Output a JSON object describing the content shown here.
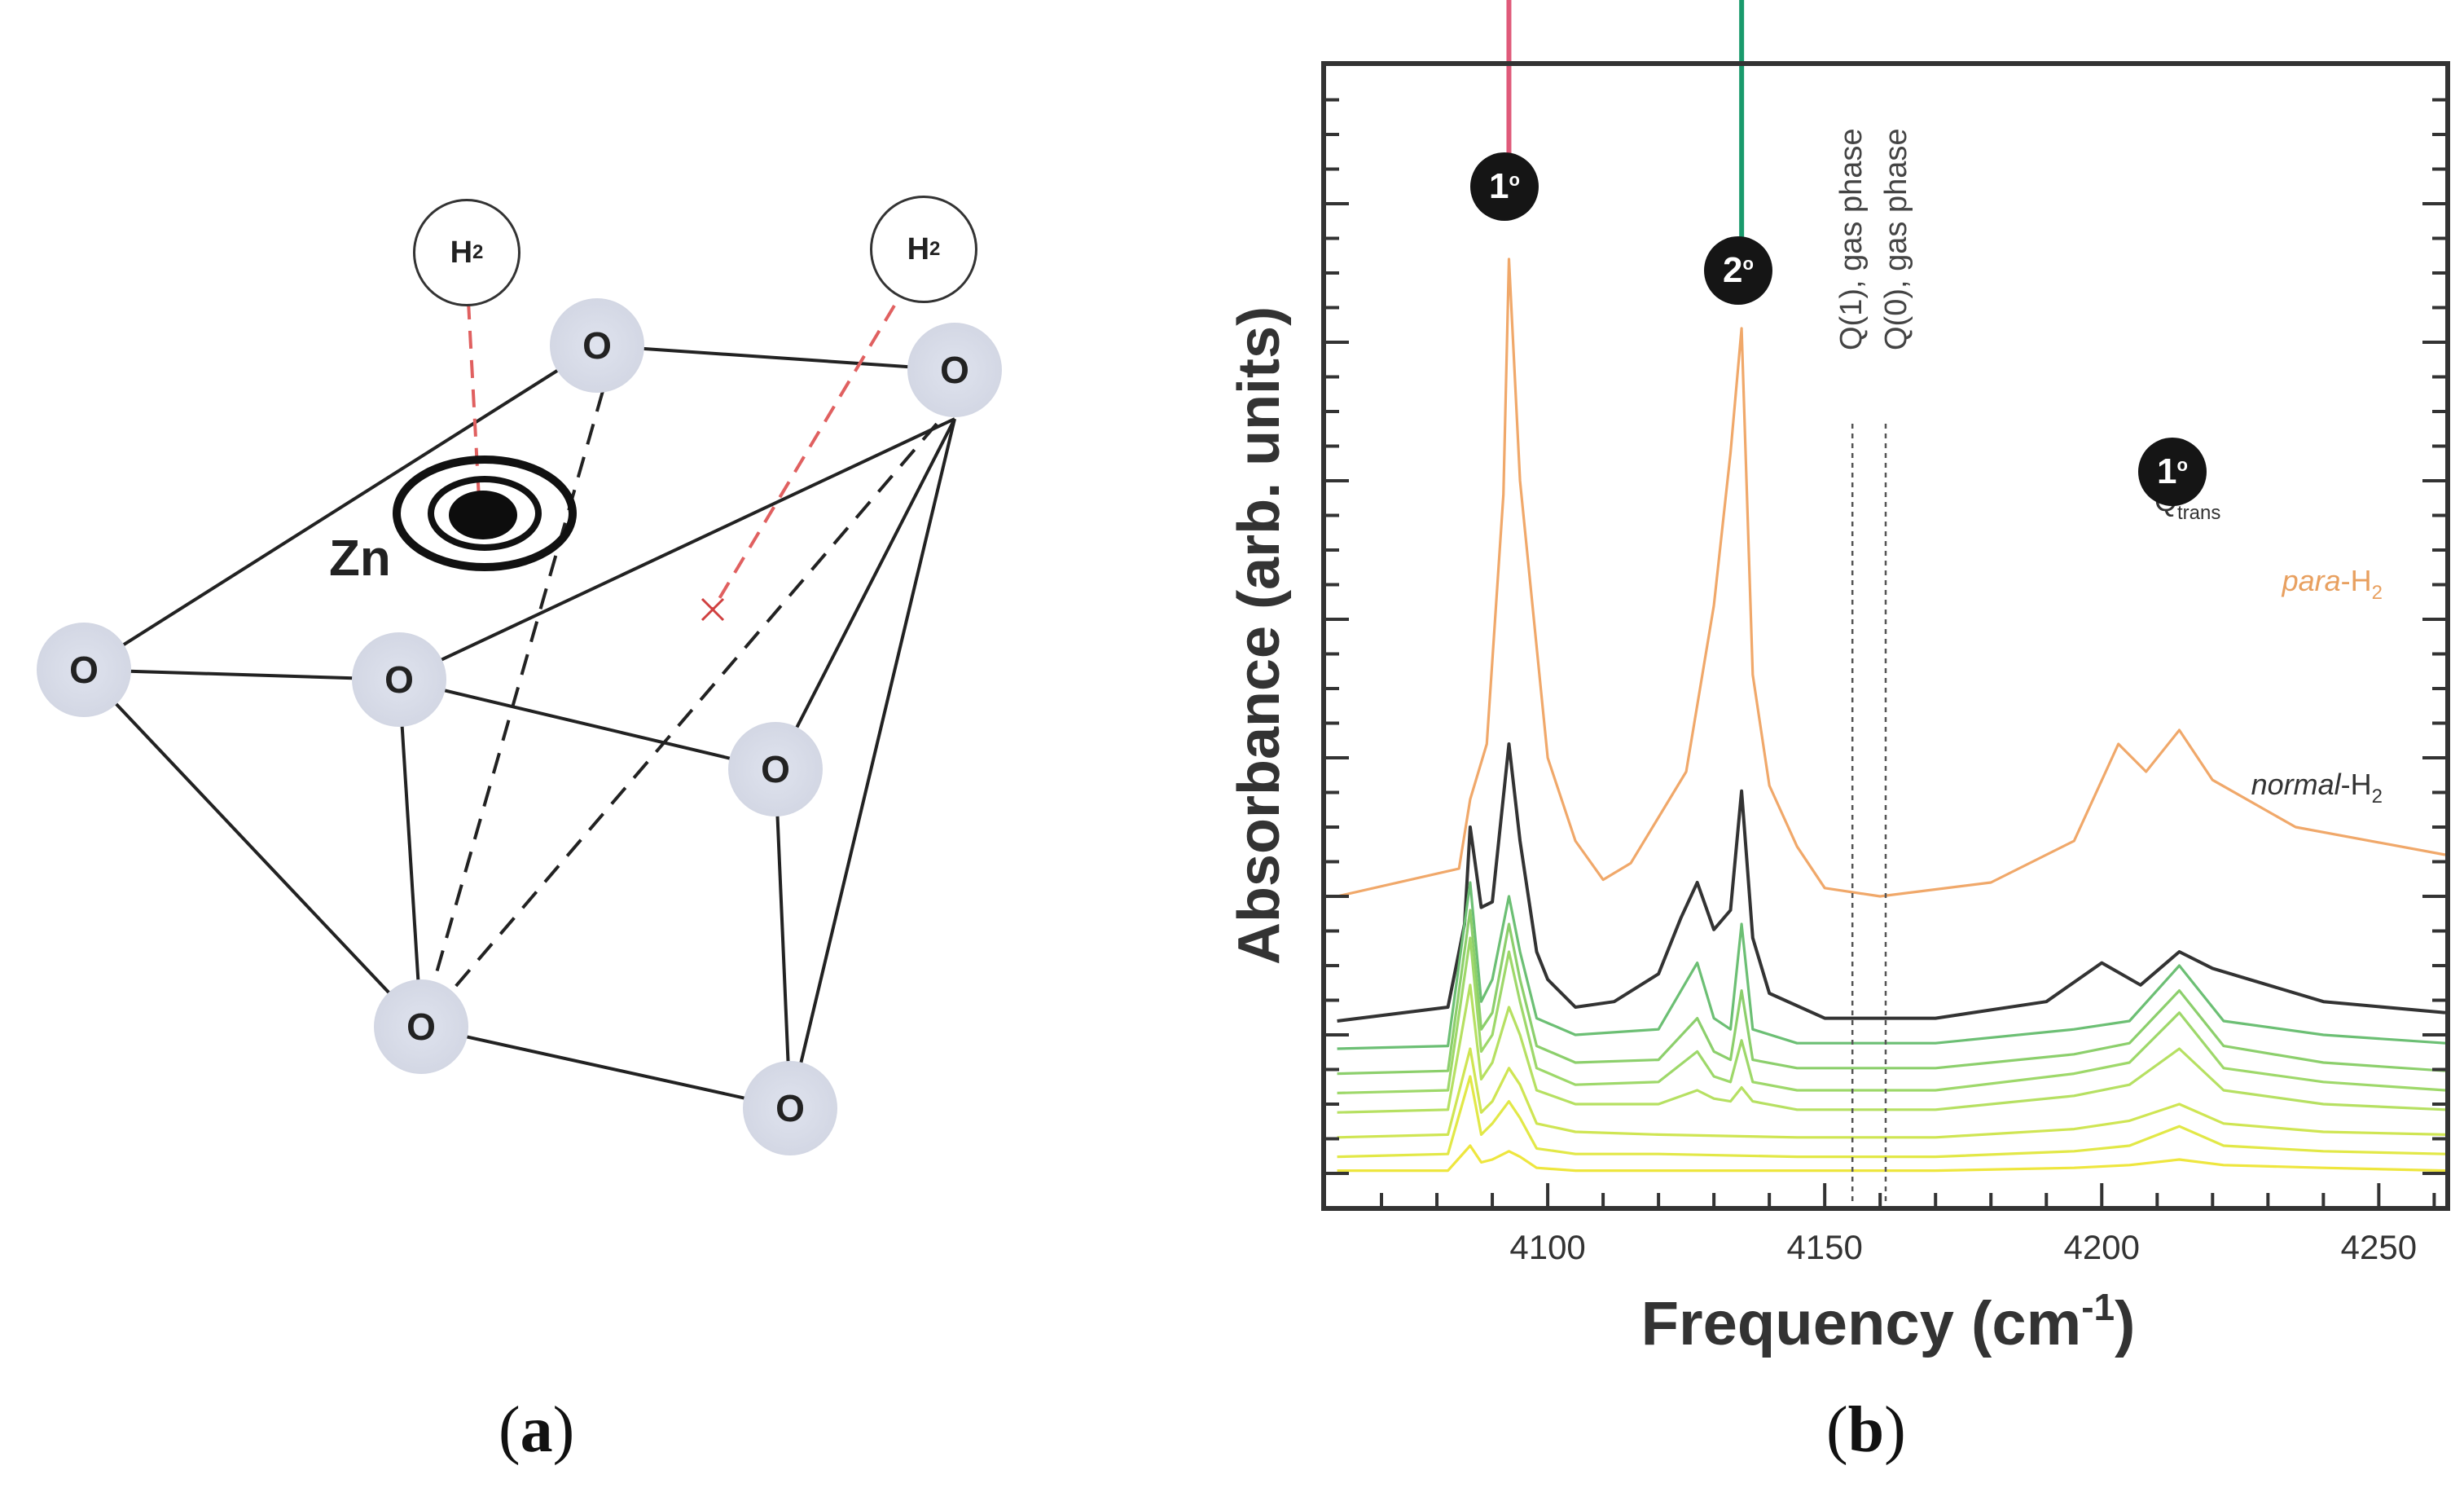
{
  "panel_labels": {
    "a": "a",
    "b": "b"
  },
  "diagram": {
    "atoms": [
      "O",
      "O",
      "O",
      "O",
      "O",
      "O",
      "O"
    ],
    "metal": "Zn",
    "h2_labels": [
      {
        "main": "H",
        "sub": "2"
      },
      {
        "main": "H",
        "sub": "2"
      }
    ]
  },
  "chart_data": {
    "type": "line",
    "xlabel": "Frequency (cm",
    "xlabel_sup": "-1",
    "xlabel_end": ")",
    "ylabel": "Absorbance (arb. units)",
    "xlim": [
      4060,
      4262
    ],
    "xticks": [
      4100,
      4150,
      4200,
      4250
    ],
    "grid": false,
    "reference_lines": [
      {
        "x": 4155,
        "label": "Q(1), gas phase"
      },
      {
        "x": 4161,
        "label": "Q(0), gas phase"
      }
    ],
    "site_labels": [
      {
        "label": "1",
        "sup": "o",
        "x": 4093,
        "color": "#e05a7a"
      },
      {
        "label": "2",
        "sup": "o",
        "x": 4135,
        "color": "#1a9a6c"
      },
      {
        "label": "1",
        "sup": "o",
        "x": 4213,
        "sublabel": "Q",
        "sublabel_sub": "trans"
      }
    ],
    "series": [
      {
        "name": "para-H",
        "name_sub": "2",
        "name_italic": "para",
        "color": "#f0a86a",
        "x": [
          4062,
          4084,
          4086,
          4089,
          4092,
          4093,
          4095,
          4100,
          4105,
          4110,
          4115,
          4125,
          4130,
          4133,
          4135,
          4137,
          4140,
          4145,
          4150,
          4160,
          4180,
          4195,
          4203,
          4208,
          4214,
          4220,
          4235,
          4262
        ],
        "y": [
          1.0,
          1.1,
          1.35,
          1.55,
          2.45,
          3.3,
          2.5,
          1.5,
          1.2,
          1.06,
          1.12,
          1.45,
          2.05,
          2.6,
          3.05,
          1.8,
          1.4,
          1.18,
          1.03,
          1.0,
          1.05,
          1.2,
          1.55,
          1.45,
          1.6,
          1.42,
          1.25,
          1.15
        ]
      },
      {
        "name": "normal-H",
        "name_sub": "2",
        "name_italic": "normal",
        "color": "#333333",
        "x": [
          4062,
          4082,
          4085,
          4086,
          4088,
          4090,
          4093,
          4095,
          4098,
          4100,
          4105,
          4112,
          4120,
          4124,
          4127,
          4130,
          4133,
          4135,
          4137,
          4140,
          4150,
          4170,
          4190,
          4200,
          4207,
          4214,
          4220,
          4240,
          4262
        ],
        "y": [
          0.55,
          0.6,
          0.9,
          1.25,
          0.96,
          0.98,
          1.55,
          1.2,
          0.8,
          0.7,
          0.6,
          0.62,
          0.72,
          0.92,
          1.05,
          0.88,
          0.95,
          1.38,
          0.85,
          0.65,
          0.56,
          0.56,
          0.62,
          0.76,
          0.68,
          0.8,
          0.74,
          0.62,
          0.58
        ]
      },
      {
        "name": "",
        "color": "#6cbf74",
        "x": [
          4062,
          4082,
          4086,
          4088,
          4090,
          4093,
          4095,
          4098,
          4105,
          4120,
          4127,
          4130,
          4133,
          4135,
          4137,
          4145,
          4170,
          4195,
          4205,
          4214,
          4222,
          4240,
          4262
        ],
        "y": [
          0.45,
          0.46,
          1.05,
          0.62,
          0.7,
          1.0,
          0.8,
          0.56,
          0.5,
          0.52,
          0.76,
          0.56,
          0.52,
          0.9,
          0.52,
          0.47,
          0.47,
          0.52,
          0.55,
          0.75,
          0.55,
          0.5,
          0.47
        ]
      },
      {
        "name": "",
        "color": "#8ccf6c",
        "x": [
          4062,
          4082,
          4086,
          4088,
          4090,
          4093,
          4095,
          4098,
          4105,
          4120,
          4127,
          4130,
          4133,
          4135,
          4137,
          4145,
          4170,
          4195,
          4205,
          4214,
          4222,
          4240,
          4262
        ],
        "y": [
          0.36,
          0.37,
          0.95,
          0.52,
          0.58,
          0.9,
          0.7,
          0.46,
          0.4,
          0.41,
          0.56,
          0.44,
          0.41,
          0.66,
          0.41,
          0.38,
          0.38,
          0.43,
          0.47,
          0.66,
          0.46,
          0.4,
          0.37
        ]
      },
      {
        "name": "",
        "color": "#9ed86a",
        "x": [
          4062,
          4082,
          4086,
          4088,
          4090,
          4093,
          4095,
          4098,
          4105,
          4120,
          4127,
          4130,
          4133,
          4135,
          4137,
          4145,
          4170,
          4195,
          4205,
          4214,
          4222,
          4240,
          4262
        ],
        "y": [
          0.29,
          0.3,
          0.85,
          0.44,
          0.5,
          0.8,
          0.62,
          0.38,
          0.32,
          0.33,
          0.44,
          0.35,
          0.33,
          0.48,
          0.33,
          0.3,
          0.3,
          0.36,
          0.4,
          0.58,
          0.38,
          0.33,
          0.3
        ]
      },
      {
        "name": "",
        "color": "#b6e062",
        "x": [
          4062,
          4082,
          4086,
          4088,
          4090,
          4093,
          4095,
          4098,
          4105,
          4120,
          4127,
          4130,
          4133,
          4135,
          4137,
          4145,
          4170,
          4195,
          4205,
          4214,
          4222,
          4240,
          4262
        ],
        "y": [
          0.22,
          0.23,
          0.68,
          0.34,
          0.4,
          0.6,
          0.5,
          0.3,
          0.25,
          0.25,
          0.3,
          0.27,
          0.26,
          0.31,
          0.26,
          0.23,
          0.23,
          0.28,
          0.32,
          0.45,
          0.3,
          0.25,
          0.23
        ]
      },
      {
        "name": "",
        "color": "#cfe553",
        "x": [
          4062,
          4082,
          4086,
          4088,
          4090,
          4093,
          4095,
          4098,
          4105,
          4120,
          4145,
          4170,
          4195,
          4205,
          4214,
          4222,
          4240,
          4262
        ],
        "y": [
          0.13,
          0.14,
          0.45,
          0.22,
          0.26,
          0.38,
          0.32,
          0.18,
          0.15,
          0.14,
          0.13,
          0.13,
          0.16,
          0.19,
          0.25,
          0.18,
          0.15,
          0.14
        ]
      },
      {
        "name": "",
        "color": "#e2e847",
        "x": [
          4062,
          4082,
          4086,
          4088,
          4090,
          4093,
          4095,
          4098,
          4105,
          4120,
          4145,
          4170,
          4195,
          4205,
          4214,
          4222,
          4240,
          4262
        ],
        "y": [
          0.06,
          0.07,
          0.35,
          0.14,
          0.18,
          0.26,
          0.2,
          0.09,
          0.07,
          0.07,
          0.06,
          0.06,
          0.08,
          0.1,
          0.17,
          0.1,
          0.08,
          0.07
        ]
      },
      {
        "name": "",
        "color": "#eee63e",
        "x": [
          4062,
          4082,
          4086,
          4088,
          4090,
          4093,
          4095,
          4098,
          4105,
          4120,
          4145,
          4170,
          4195,
          4205,
          4214,
          4222,
          4240,
          4262
        ],
        "y": [
          0.01,
          0.01,
          0.1,
          0.04,
          0.05,
          0.08,
          0.06,
          0.02,
          0.01,
          0.01,
          0.01,
          0.01,
          0.02,
          0.03,
          0.05,
          0.03,
          0.02,
          0.01
        ]
      }
    ]
  }
}
